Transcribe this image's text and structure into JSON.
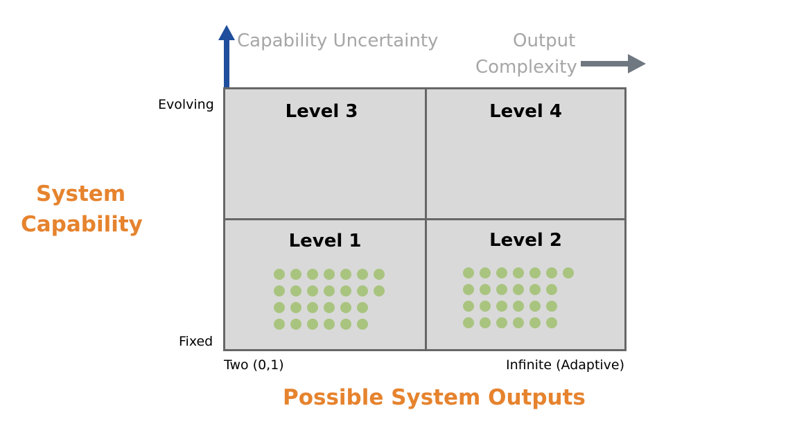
{
  "y_axis": {
    "title_line1": "System",
    "title_line2": "Capability",
    "arrow_label": "Capability Uncertainty",
    "tick_top": "Evolving",
    "tick_bottom": "Fixed",
    "arrow_color": "#1f4e9c"
  },
  "x_axis": {
    "title": "Possible System Outputs",
    "arrow_label_line1": "Output",
    "arrow_label_line2": "Complexity",
    "tick_left": "Two (0,1)",
    "tick_right": "Infinite (Adaptive)",
    "arrow_color": "#6f7780"
  },
  "quadrants": {
    "top_left": "Level 3",
    "top_right": "Level 4",
    "bottom_left": "Level 1",
    "bottom_right": "Level 2"
  },
  "colors": {
    "cell_fill": "#d9d9d9",
    "cell_border": "#666666",
    "dot": "#a9c47f",
    "orange": "#e6832e",
    "gray_text": "#a6a6a6"
  }
}
